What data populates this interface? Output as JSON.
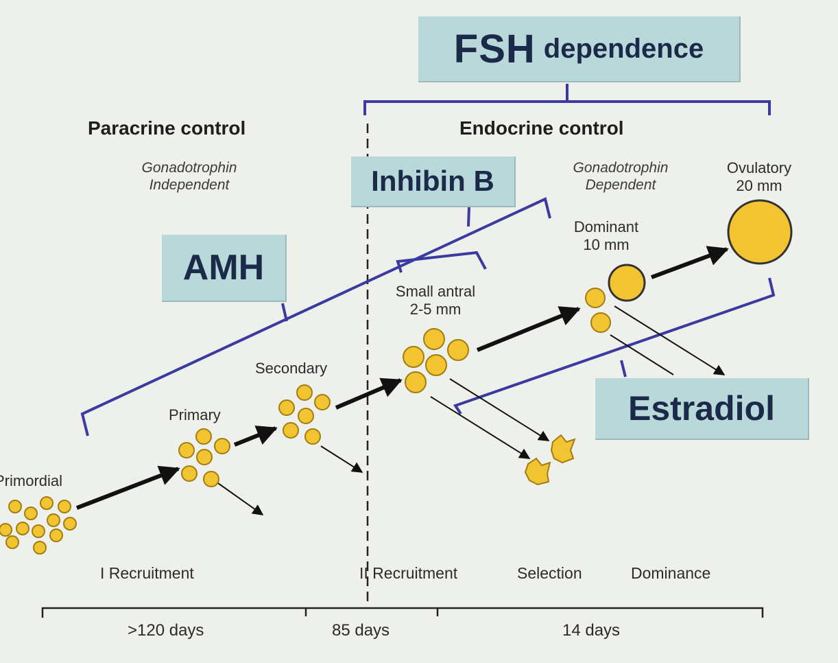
{
  "hormones": {
    "fsh_main": "FSH",
    "fsh_sub": "dependence",
    "inhibin": "Inhibin B",
    "amh": "AMH",
    "estradiol": "Estradiol"
  },
  "control": {
    "paracrine": "Paracrine control",
    "paracrine_note_1": "Gonadotrophin",
    "paracrine_note_2": "Independent",
    "endocrine": "Endocrine control",
    "endocrine_note_1": "Gonadotrophin",
    "endocrine_note_2": "Dependent"
  },
  "follicles": {
    "primordial": "Primordial",
    "primary": "Primary",
    "secondary": "Secondary",
    "small_antral_1": "Small antral",
    "small_antral_2": "2-5 mm",
    "dominant_1": "Dominant",
    "dominant_2": "10 mm",
    "ovulatory_1": "Ovulatory",
    "ovulatory_2": "20 mm"
  },
  "stages": {
    "recruitment_1": "I Recruitment",
    "recruitment_2": "II Recruitment",
    "selection": "Selection",
    "dominance": "Dominance"
  },
  "timeline": {
    "seg1": ">120 days",
    "seg2": "85 days",
    "seg3": "14 days"
  },
  "colors": {
    "follicle_fill": "#f2c431",
    "follicle_stroke": "#a07d10",
    "bracket": "#3a3aa0",
    "box": "#b9d8da",
    "box_text": "#1c2a4a"
  }
}
